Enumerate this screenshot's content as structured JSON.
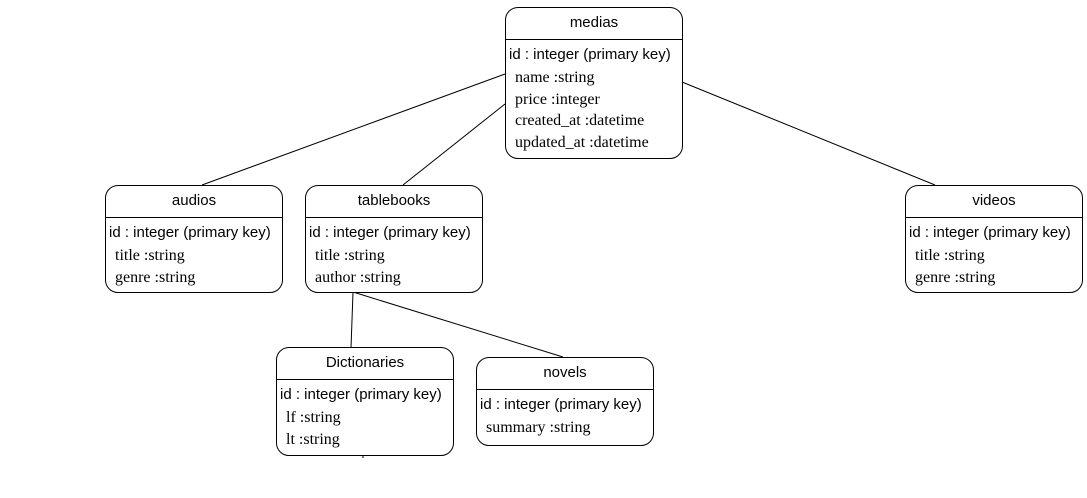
{
  "entities": {
    "medias": {
      "name": "medias",
      "pk": "id : integer (primary key)",
      "attributes": [
        "name :string",
        "price :integer",
        "created_at :datetime",
        "updated_at :datetime"
      ]
    },
    "audios": {
      "name": "audios",
      "pk": "id : integer (primary key)",
      "attributes": [
        "title :string",
        "genre :string"
      ]
    },
    "tablebooks": {
      "name": "tablebooks",
      "pk": "id : integer (primary key)",
      "attributes": [
        "title :string",
        "author :string"
      ]
    },
    "videos": {
      "name": "videos",
      "pk": "id : integer (primary key)",
      "attributes": [
        "title :string",
        "genre :string"
      ]
    },
    "dictionaries": {
      "name": "Dictionaries",
      "pk": "id : integer (primary key)",
      "attributes": [
        "lf :string",
        "lt :string"
      ]
    },
    "novels": {
      "name": "novels",
      "pk": "id : integer (primary key)",
      "attributes": [
        "summary :string"
      ]
    }
  },
  "relations": [
    {
      "from": "medias",
      "to": "audios"
    },
    {
      "from": "medias",
      "to": "tablebooks"
    },
    {
      "from": "medias",
      "to": "videos"
    },
    {
      "from": "tablebooks",
      "to": "dictionaries"
    },
    {
      "from": "tablebooks",
      "to": "novels"
    }
  ]
}
